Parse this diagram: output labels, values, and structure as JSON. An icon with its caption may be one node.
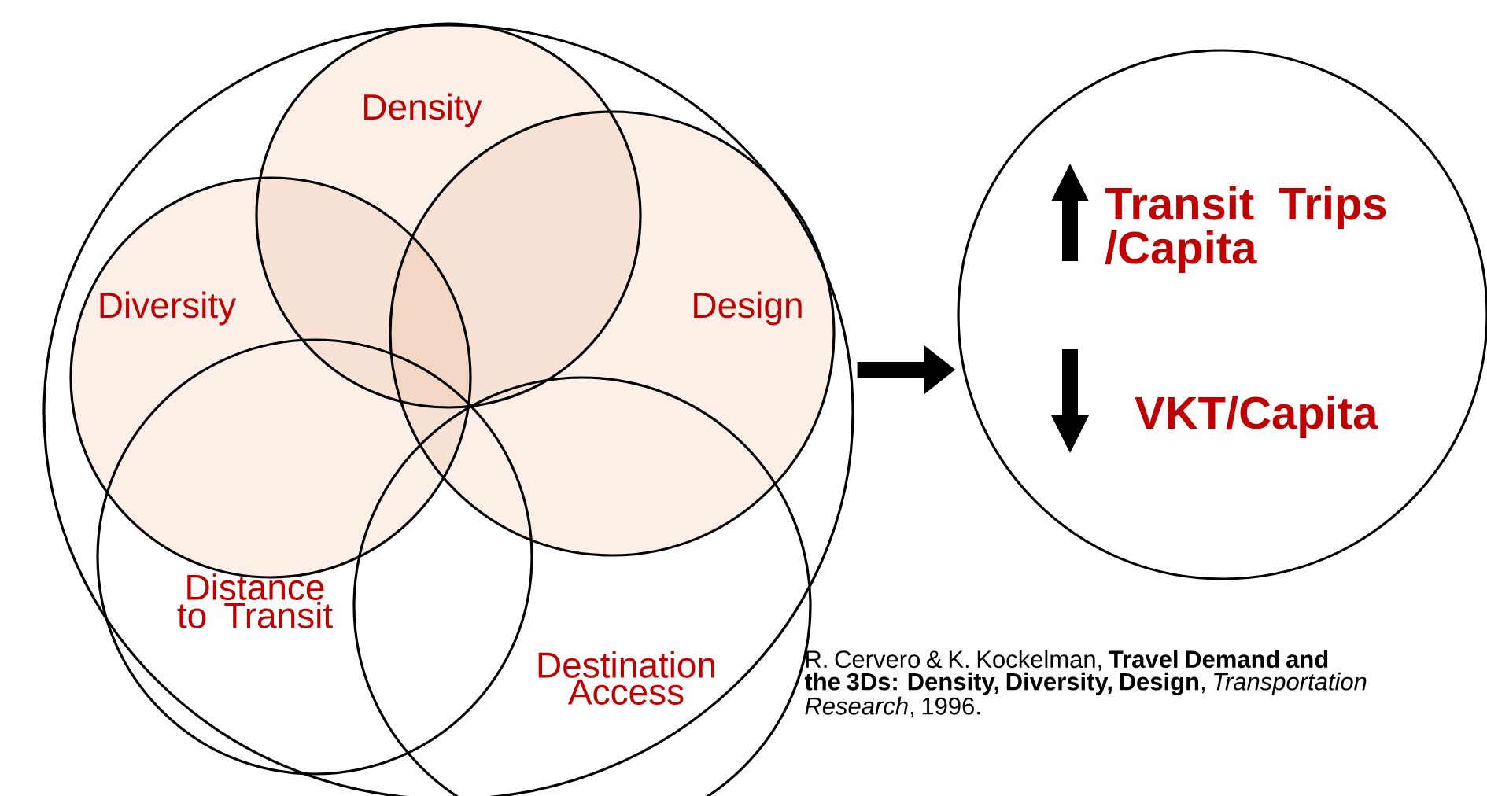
{
  "diagram": {
    "nodes": [
      {
        "text": [],
        "shape": "circle"
      },
      {
        "text": [
          "Density"
        ],
        "in": 0
      },
      {
        "text": [
          "Diversity"
        ],
        "in": 0
      },
      {
        "text": [
          "Design"
        ],
        "in": 0
      },
      {
        "text": [
          "Distance to Transit"
        ],
        "in": 0
      },
      {
        "text": [
          "Destination Access"
        ],
        "in": 0
      },
      {
        "text": [
          "Transit Trips /Capita",
          "VKT/Capita"
        ]
      }
    ],
    "edges": [
      {
        "from": 0,
        "to": 6,
        "arrow": "to"
      }
    ],
    "labels": [
      "R. Cervero & K. Kockelman, **Travel Demand and the 3Ds: Density, Diversity, Design**, *Transportation Research*, 1996."
    ]
  }
}
